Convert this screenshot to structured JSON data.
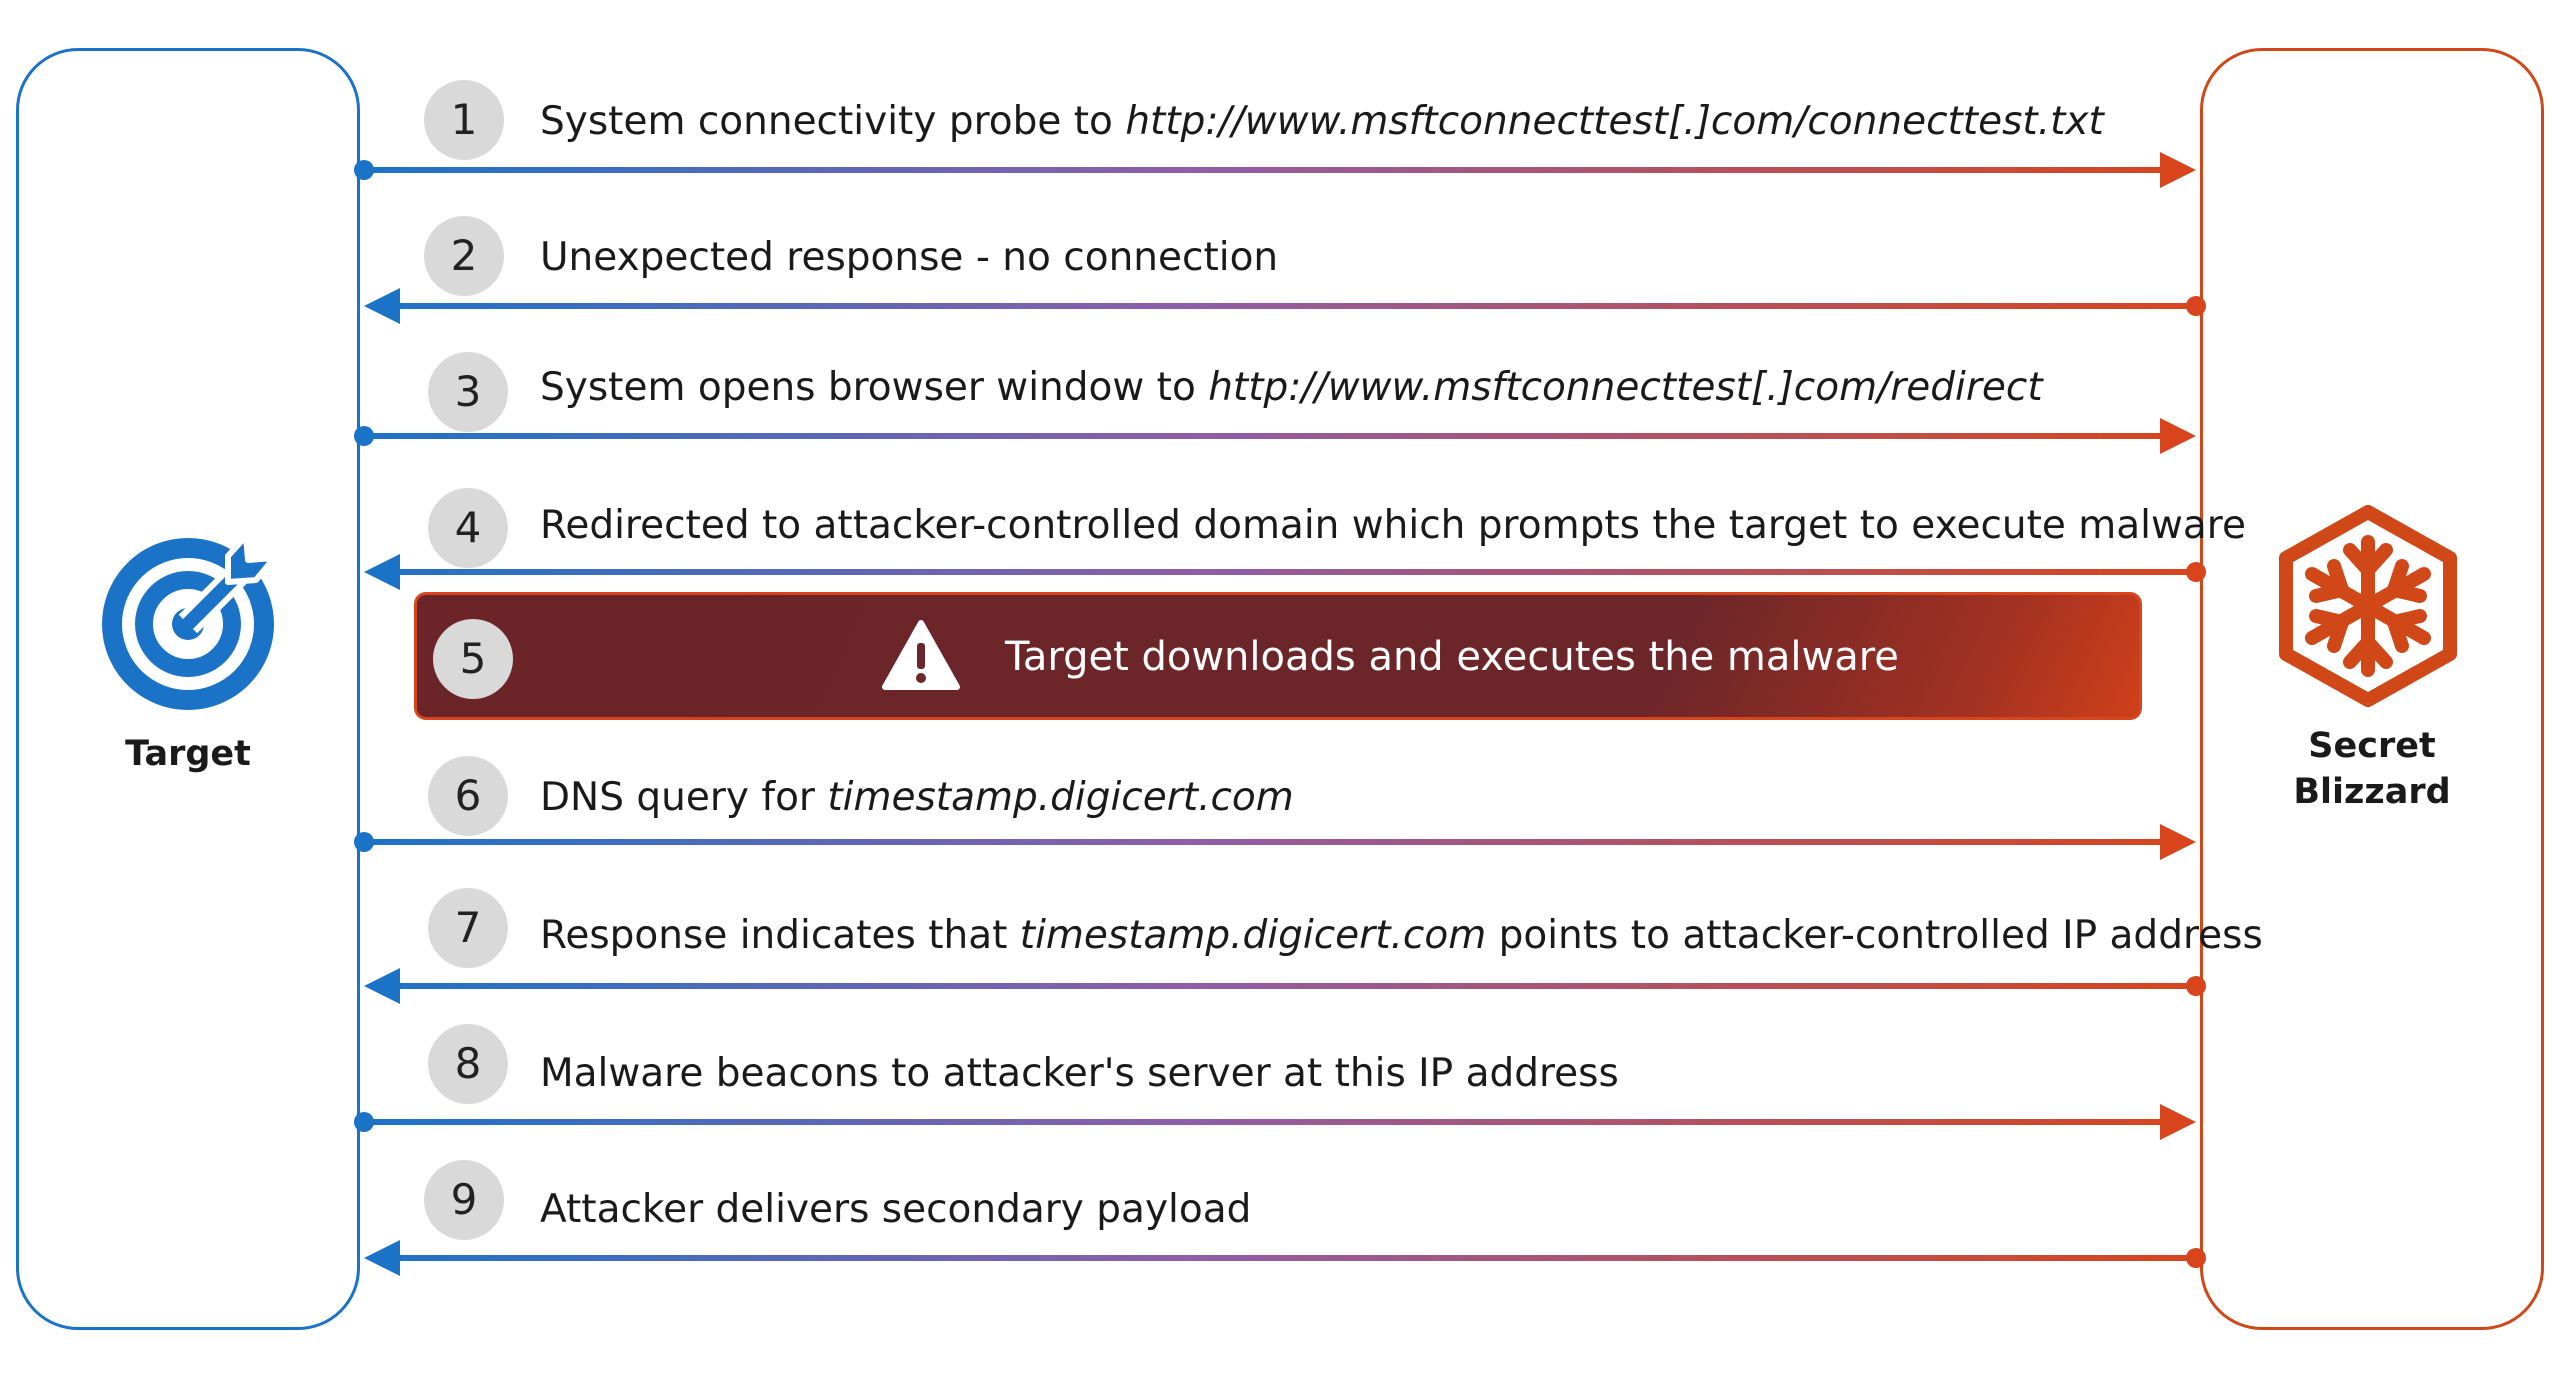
{
  "actors": {
    "target": {
      "label": "Target",
      "icon": "target-bullseye-icon",
      "color": "#1b73c8"
    },
    "attacker": {
      "label_line1": "Secret",
      "label_line2": "Blizzard",
      "icon": "snowflake-hexagon-icon",
      "color": "#d04818"
    }
  },
  "steps": [
    {
      "number": "1",
      "direction": "target-to-attacker",
      "text_plain": "System connectivity probe to ",
      "text_italic": "http://www.msftconnecttest[.]com/connecttest.txt",
      "text_tail": ""
    },
    {
      "number": "2",
      "direction": "attacker-to-target",
      "text_plain": "Unexpected response - no connection",
      "text_italic": "",
      "text_tail": ""
    },
    {
      "number": "3",
      "direction": "target-to-attacker",
      "text_plain": "System opens browser window to ",
      "text_italic": "http://www.msftconnecttest[.]com/redirect",
      "text_tail": ""
    },
    {
      "number": "4",
      "direction": "attacker-to-target",
      "text_plain": "Redirected to attacker-controlled domain which prompts the target to execute malware",
      "text_italic": "",
      "text_tail": ""
    },
    {
      "number": "6",
      "direction": "target-to-attacker",
      "text_plain": "DNS query for ",
      "text_italic": "timestamp.digicert.com",
      "text_tail": ""
    },
    {
      "number": "7",
      "direction": "attacker-to-target",
      "text_plain": "Response indicates that ",
      "text_italic": "timestamp.digicert.com",
      "text_tail": " points to attacker-controlled IP address"
    },
    {
      "number": "8",
      "direction": "target-to-attacker",
      "text_plain": "Malware beacons to attacker's server at this IP address",
      "text_italic": "",
      "text_tail": ""
    },
    {
      "number": "9",
      "direction": "attacker-to-target",
      "text_plain": "Attacker delivers secondary payload",
      "text_italic": "",
      "text_tail": ""
    }
  ],
  "banner": {
    "number": "5",
    "text": "Target downloads and executes the malware",
    "icon": "warning-triangle-icon"
  },
  "colors": {
    "gradient_start": "#1b73c8",
    "gradient_mid": "#8e5ea6",
    "gradient_end": "#d8451c",
    "banner_fill": "#6c2629"
  }
}
